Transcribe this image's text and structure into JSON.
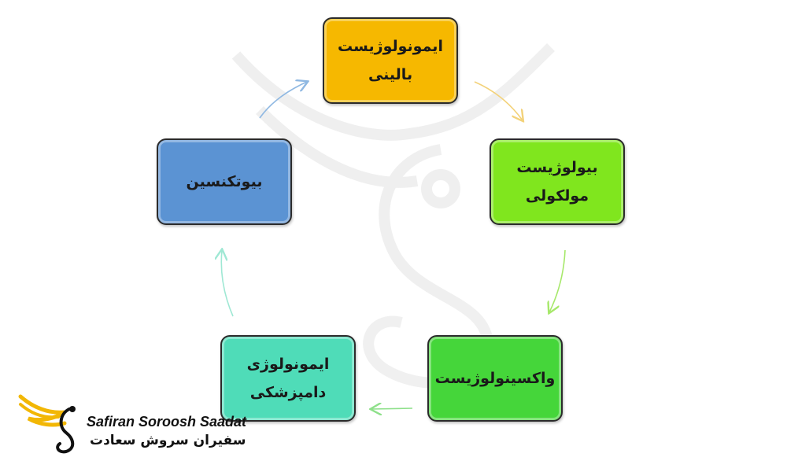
{
  "colors": {
    "top": "#f6b800",
    "right": "#80e61e",
    "bottom": "#45d63a",
    "bottom_left": "#4fdcb8",
    "left": "#5b93d3",
    "arrow_top_right": "#f3d27a",
    "arrow_right_bottom": "#a6e86a",
    "arrow_bottom_left": "#8ee08a",
    "arrow_bleft_left": "#9fe8d4",
    "arrow_left_top": "#8fb8e2",
    "watermark": "#eeeeee",
    "logo_wing": "#f2b705"
  },
  "nodes": {
    "top": "ایمونولوژیست\nبالینی",
    "right": "بیولوژیست\nمولکولی",
    "bottom": "واکسینولوژیست",
    "bottom_left": "ایمونولوژی\nدامپزشکی",
    "left": "بیوتکنسین"
  },
  "logo": {
    "latin": "Safiran Soroosh Saadat",
    "persian": "سفیران سروش سعادت",
    "icon": "swan-wing-logo"
  }
}
